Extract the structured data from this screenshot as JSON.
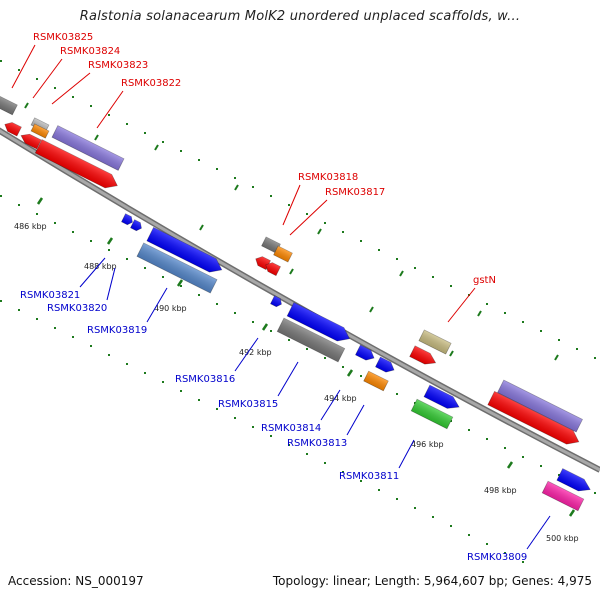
{
  "title": "Ralstonia solanacearum MolK2 unordered unplaced scaffolds, w...",
  "footer": {
    "accession": "Accession: NS_000197",
    "topology": "Topology: linear; Length: 5,964,607 bp; Genes: 4,975"
  },
  "colors": {
    "backbone": "#8c8c8c",
    "tick": "#1d7a1d",
    "label_top": "#dd0000",
    "label_bottom": "#0000cc"
  },
  "ticks": [
    {
      "label": "486 kbp"
    },
    {
      "label": "488 kbp"
    },
    {
      "label": "490 kbp"
    },
    {
      "label": "492 kbp"
    },
    {
      "label": "494 kbp"
    },
    {
      "label": "496 kbp"
    },
    {
      "label": "498 kbp"
    },
    {
      "label": "500 kbp"
    }
  ],
  "gene_labels_top": [
    "RSMK03825",
    "RSMK03824",
    "RSMK03823",
    "RSMK03822",
    "RSMK03818",
    "RSMK03817",
    "gstN"
  ],
  "gene_labels_bottom": [
    "RSMK03821",
    "RSMK03820",
    "RSMK03819",
    "RSMK03816",
    "RSMK03815",
    "RSMK03814",
    "RSMK03813",
    "RSMK03811",
    "RSMK03809"
  ],
  "gene_colors": {
    "red": "#ff0000",
    "gray": "#777777",
    "lightgray": "#bbbbbb",
    "orange": "#ff8800",
    "purple": "#8877dd",
    "blue": "#0000ff",
    "steelblue": "#5588cc",
    "khaki": "#c8bc80",
    "green": "#33cc33",
    "pink": "#ff22aa"
  }
}
